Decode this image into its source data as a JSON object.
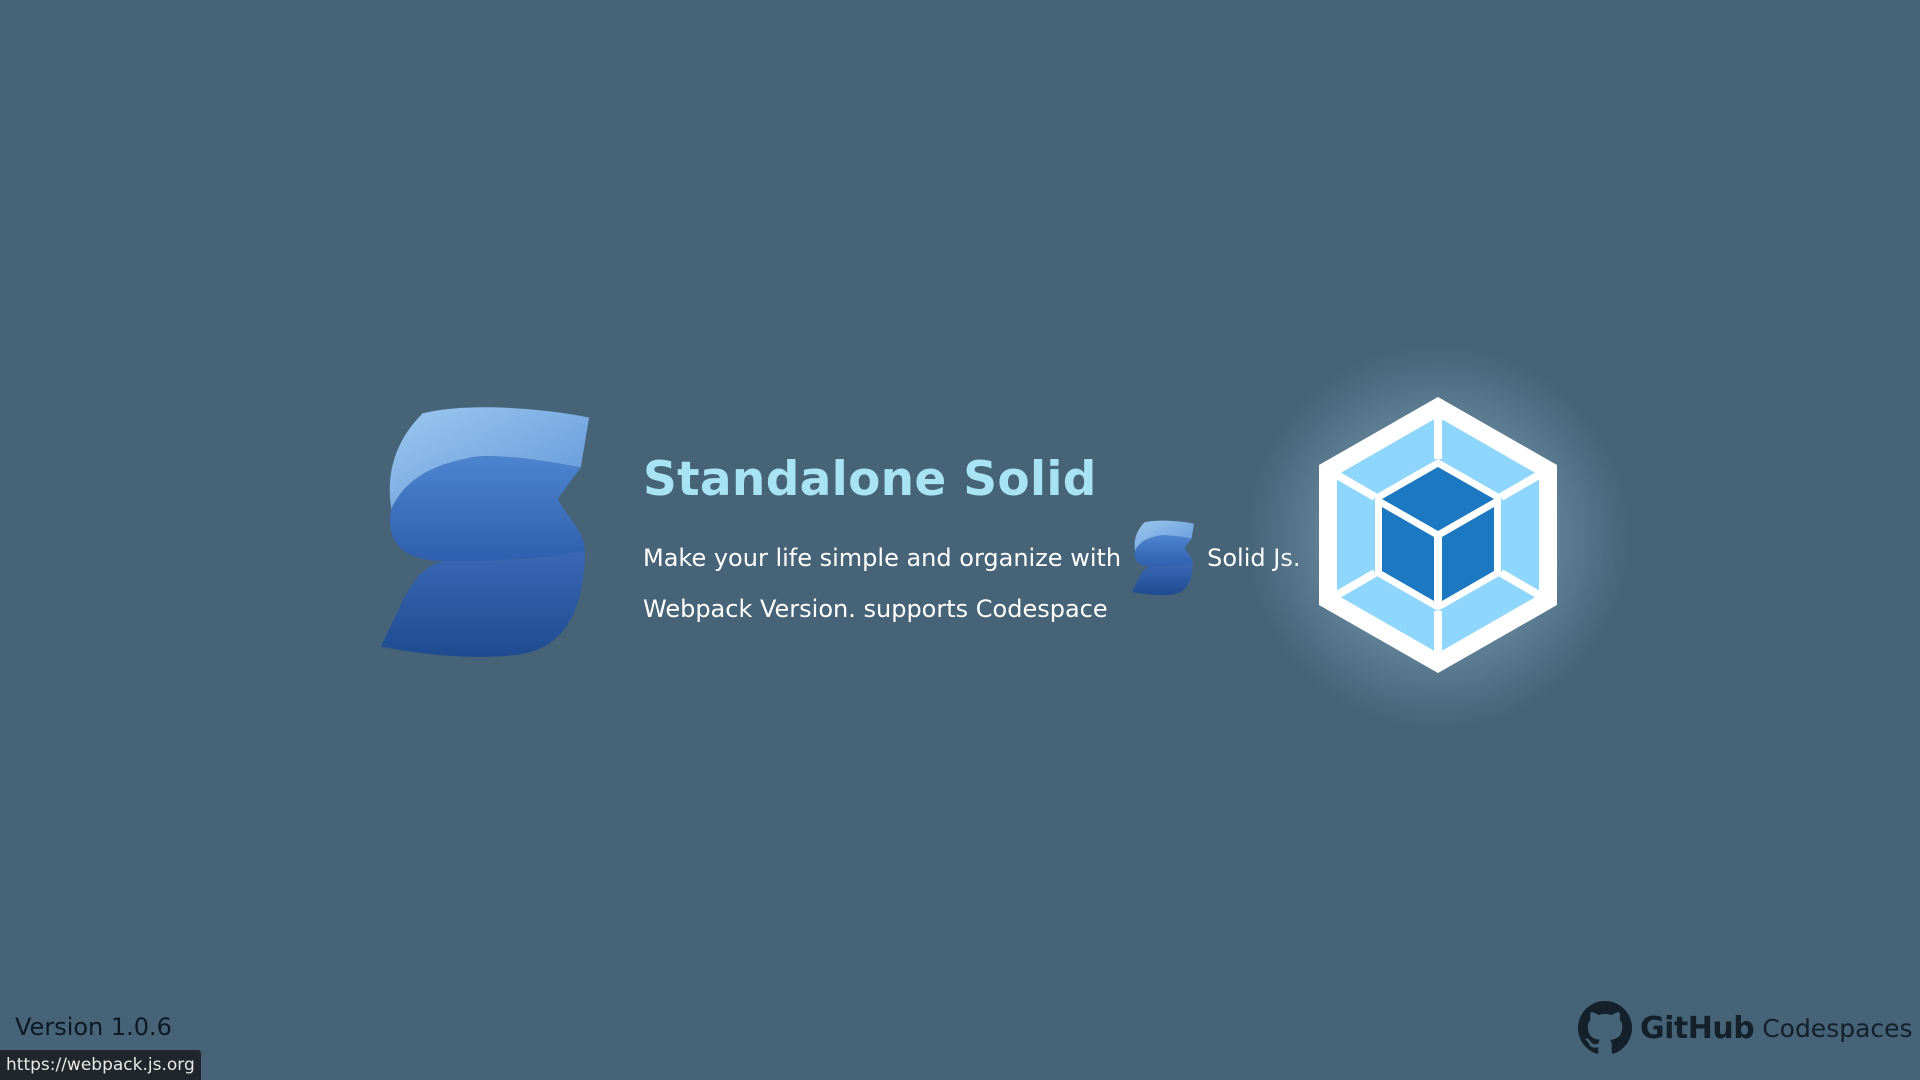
{
  "hero": {
    "title": "Standalone Solid",
    "line1_before": "Make your life simple and organize with",
    "line1_after": "Solid Js.",
    "line2": "Webpack Version. supports Codespace"
  },
  "footer": {
    "version": "Version 1.0.6",
    "github_word": "GitHub",
    "codespaces_word": "Codespaces"
  },
  "status_bar": {
    "link_preview": "https://webpack.js.org"
  },
  "icons": {
    "solid_logo": "solid-logo-icon",
    "webpack_logo": "webpack-logo-icon",
    "github_logo": "github-logo-icon"
  },
  "colors": {
    "background": "#466377",
    "title": "#a7e3f3",
    "body_text": "#ffffff",
    "footer_text": "#14202a"
  }
}
